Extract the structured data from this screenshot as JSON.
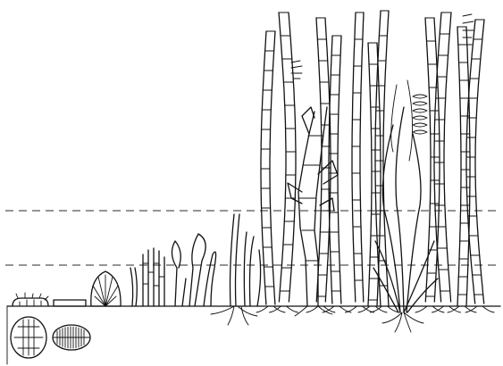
{
  "figure": {
    "background": "#ffffff",
    "ink_color": "#111111",
    "reference_lines": {
      "count": 2,
      "style": "dashed"
    },
    "substrate": {
      "style": "solid-line"
    },
    "organisms": [
      {
        "name": "encrusting-cells"
      },
      {
        "name": "flat-mat"
      },
      {
        "name": "fan-thallus"
      },
      {
        "name": "tufted-filaments"
      },
      {
        "name": "club-stalks"
      },
      {
        "name": "rooted-filaments"
      },
      {
        "name": "tall-segmented-filaments"
      },
      {
        "name": "branched-chain"
      },
      {
        "name": "grass-tuft"
      },
      {
        "name": "beaded-chains"
      }
    ],
    "insets": [
      {
        "name": "cell-cluster-section"
      },
      {
        "name": "striated-oval-section"
      }
    ]
  }
}
